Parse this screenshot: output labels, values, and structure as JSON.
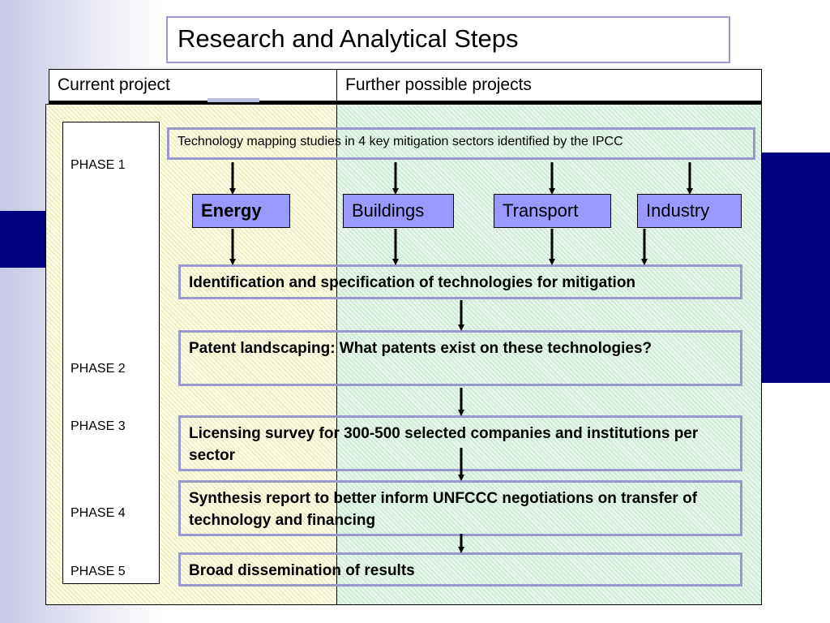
{
  "slide": {
    "title": "Research and Analytical Steps",
    "header_left": "Current project",
    "header_right": "Further possible projects"
  },
  "phases": [
    "PHASE 1",
    "PHASE 2",
    "PHASE 3",
    "PHASE 4",
    "PHASE 5"
  ],
  "tech_mapping": "Technology mapping studies in 4 key mitigation sectors identified by the IPCC",
  "sectors": [
    "Energy",
    "Buildings",
    "Transport",
    "Industry"
  ],
  "steps": [
    "Identification and specification of technologies for mitigation",
    "Patent landscaping: What patents exist on these technologies?",
    "Licensing survey for 300-500 selected companies and institutions per sector",
    "Synthesis report to better inform UNFCCC negotiations on transfer of technology and financing",
    "Broad dissemination of results"
  ],
  "colors": {
    "navy": "#000080",
    "box_border": "#9999cc",
    "sector_fill": "#9999ff",
    "current_panel": "#fbfbe8",
    "further_panel": "#e6f6ea"
  }
}
